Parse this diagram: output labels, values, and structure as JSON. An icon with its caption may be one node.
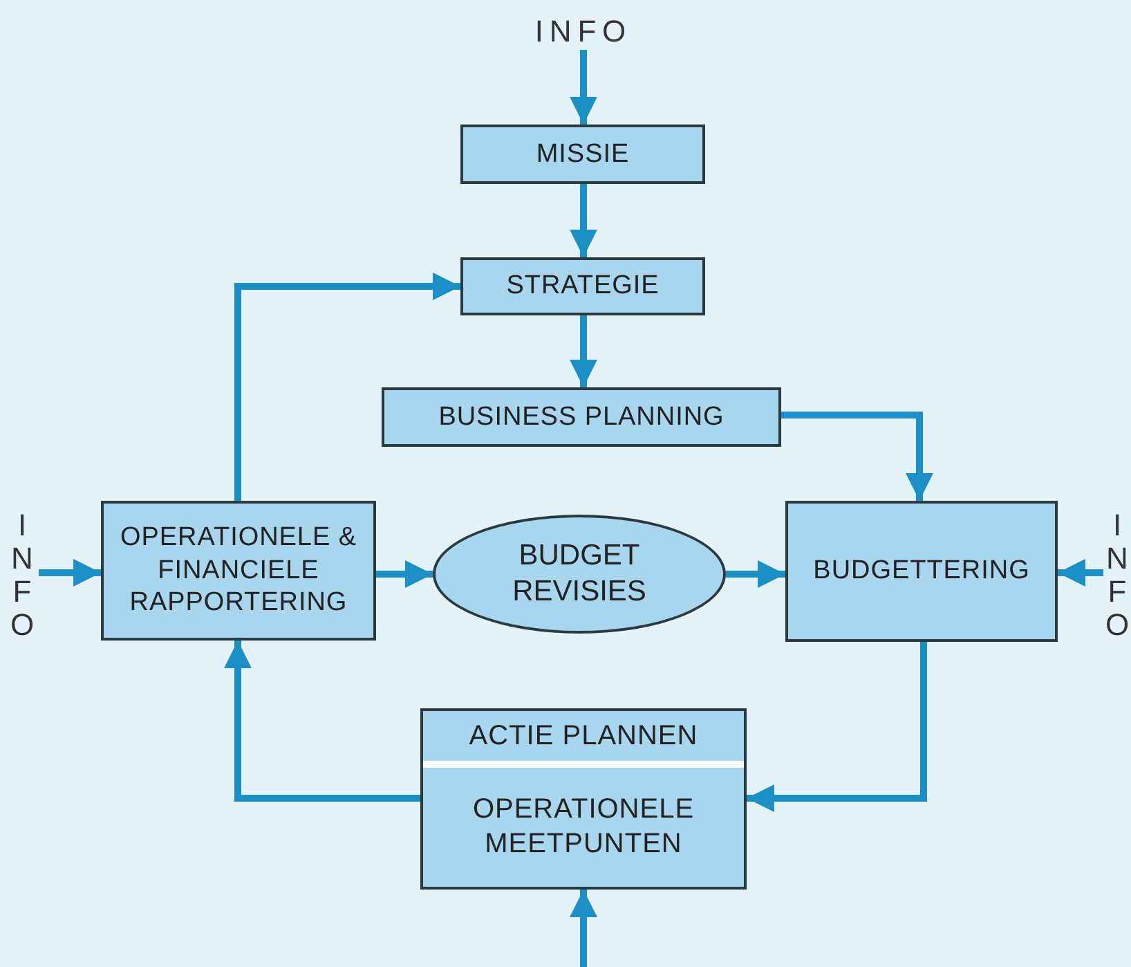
{
  "diagram": {
    "nodes": [
      {
        "text": [
          "INFO"
        ]
      },
      {
        "text": [
          "MISSIE"
        ]
      },
      {
        "text": [
          "STRATEGIE"
        ]
      },
      {
        "text": [
          "BUSINESS PLANNING"
        ]
      },
      {
        "text": [
          "OPERATIONELE & FINANCIELE RAPPORTERING"
        ]
      },
      {
        "text": [
          "BUDGET REVISIES"
        ]
      },
      {
        "text": [
          "BUDGETTERING"
        ]
      },
      {
        "text": [
          "INFO"
        ]
      },
      {
        "text": [
          "INFO"
        ]
      },
      {
        "text": [
          "ACTIE PLANNEN",
          "OPERATIONELE MEETPUNTEN"
        ]
      }
    ],
    "edges": [
      {
        "from": 0,
        "to": 1,
        "arrow": "to"
      },
      {
        "from": 1,
        "to": 2,
        "arrow": "to"
      },
      {
        "from": 4,
        "to": 2,
        "arrow": "to"
      },
      {
        "from": 2,
        "to": 3,
        "arrow": "to"
      },
      {
        "from": 3,
        "to": 6,
        "arrow": "to"
      },
      {
        "from": 7,
        "to": 4,
        "arrow": "to"
      },
      {
        "from": 4,
        "to": 5,
        "arrow": "to"
      },
      {
        "from": 5,
        "to": 6,
        "arrow": "to"
      },
      {
        "from": 8,
        "to": 6,
        "arrow": "to"
      },
      {
        "from": 6,
        "to": 9,
        "arrow": "to"
      },
      {
        "from": 9,
        "to": 4,
        "arrow": "to"
      },
      {
        "from": null,
        "to": 9,
        "arrow": "to"
      }
    ]
  }
}
